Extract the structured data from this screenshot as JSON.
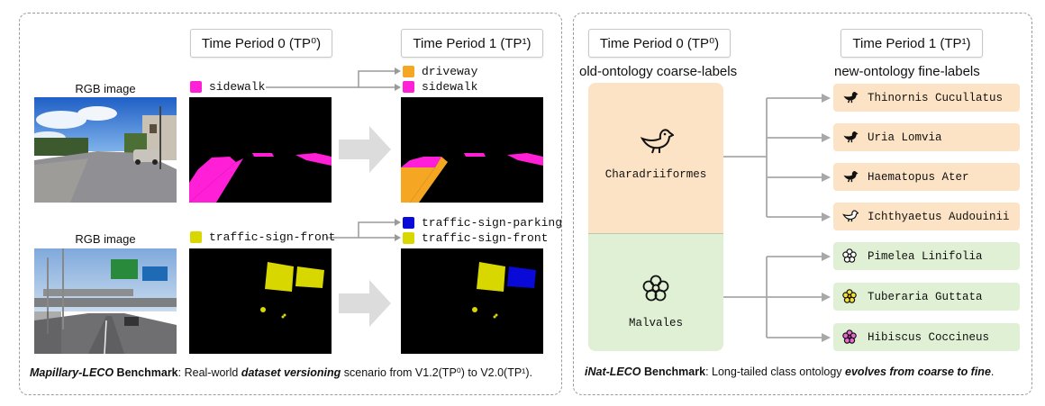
{
  "left": {
    "tp0": "Time Period 0 (TP⁰)",
    "tp1": "Time Period 1 (TP¹)",
    "row1": {
      "rgb_label": "RGB image",
      "old_label": {
        "text": "sidewalk",
        "color": "#ff1fd6"
      },
      "new_labels": [
        {
          "text": "driveway",
          "color": "#f5a623"
        },
        {
          "text": "sidewalk",
          "color": "#ff1fd6"
        }
      ]
    },
    "row2": {
      "rgb_label": "RGB image",
      "old_label": {
        "text": "traffic-sign-front",
        "color": "#d8d800"
      },
      "new_labels": [
        {
          "text": "traffic-sign-parking",
          "color": "#0a0ad8"
        },
        {
          "text": "traffic-sign-front",
          "color": "#d8d800"
        }
      ]
    },
    "caption": {
      "bold_italic": "Mapillary-LECO",
      "bold": " Benchmark",
      "t1": ": Real-world ",
      "bold_italic2": "dataset versioning",
      "t2": " scenario from V1.2(TP⁰) to V2.0(TP¹)."
    }
  },
  "right": {
    "tp0": "Time Period 0 (TP⁰)",
    "tp1": "Time Period 1 (TP¹)",
    "old_header": "old-ontology coarse-labels",
    "new_header": "new-ontology fine-labels",
    "coarse": [
      {
        "name": "Charadriiformes",
        "color": "#fde3c5",
        "icon": "bird-icon"
      },
      {
        "name": "Malvales",
        "color": "#dff0d4",
        "icon": "flower-icon"
      }
    ],
    "fine": [
      {
        "name": "Thinornis Cucullatus",
        "group": 0,
        "icon": "bird-icon"
      },
      {
        "name": "Uria Lomvia",
        "group": 0,
        "icon": "bird-icon"
      },
      {
        "name": "Haematopus Ater",
        "group": 0,
        "icon": "bird-icon"
      },
      {
        "name": "Ichthyaetus Audouinii",
        "group": 0,
        "icon": "bird-outline-icon"
      },
      {
        "name": "Pimelea Linifolia",
        "group": 1,
        "icon": "flower-icon"
      },
      {
        "name": "Tuberaria Guttata",
        "group": 1,
        "icon": "flower-yellow-icon"
      },
      {
        "name": "Hibiscus Coccineus",
        "group": 1,
        "icon": "flower-pink-icon"
      }
    ],
    "caption": {
      "bold_italic": "iNat-LECO",
      "bold": " Benchmark",
      "t1": ": Long-tailed class ontology ",
      "bold_italic2": "evolves from coarse to fine",
      "t2": "."
    }
  }
}
